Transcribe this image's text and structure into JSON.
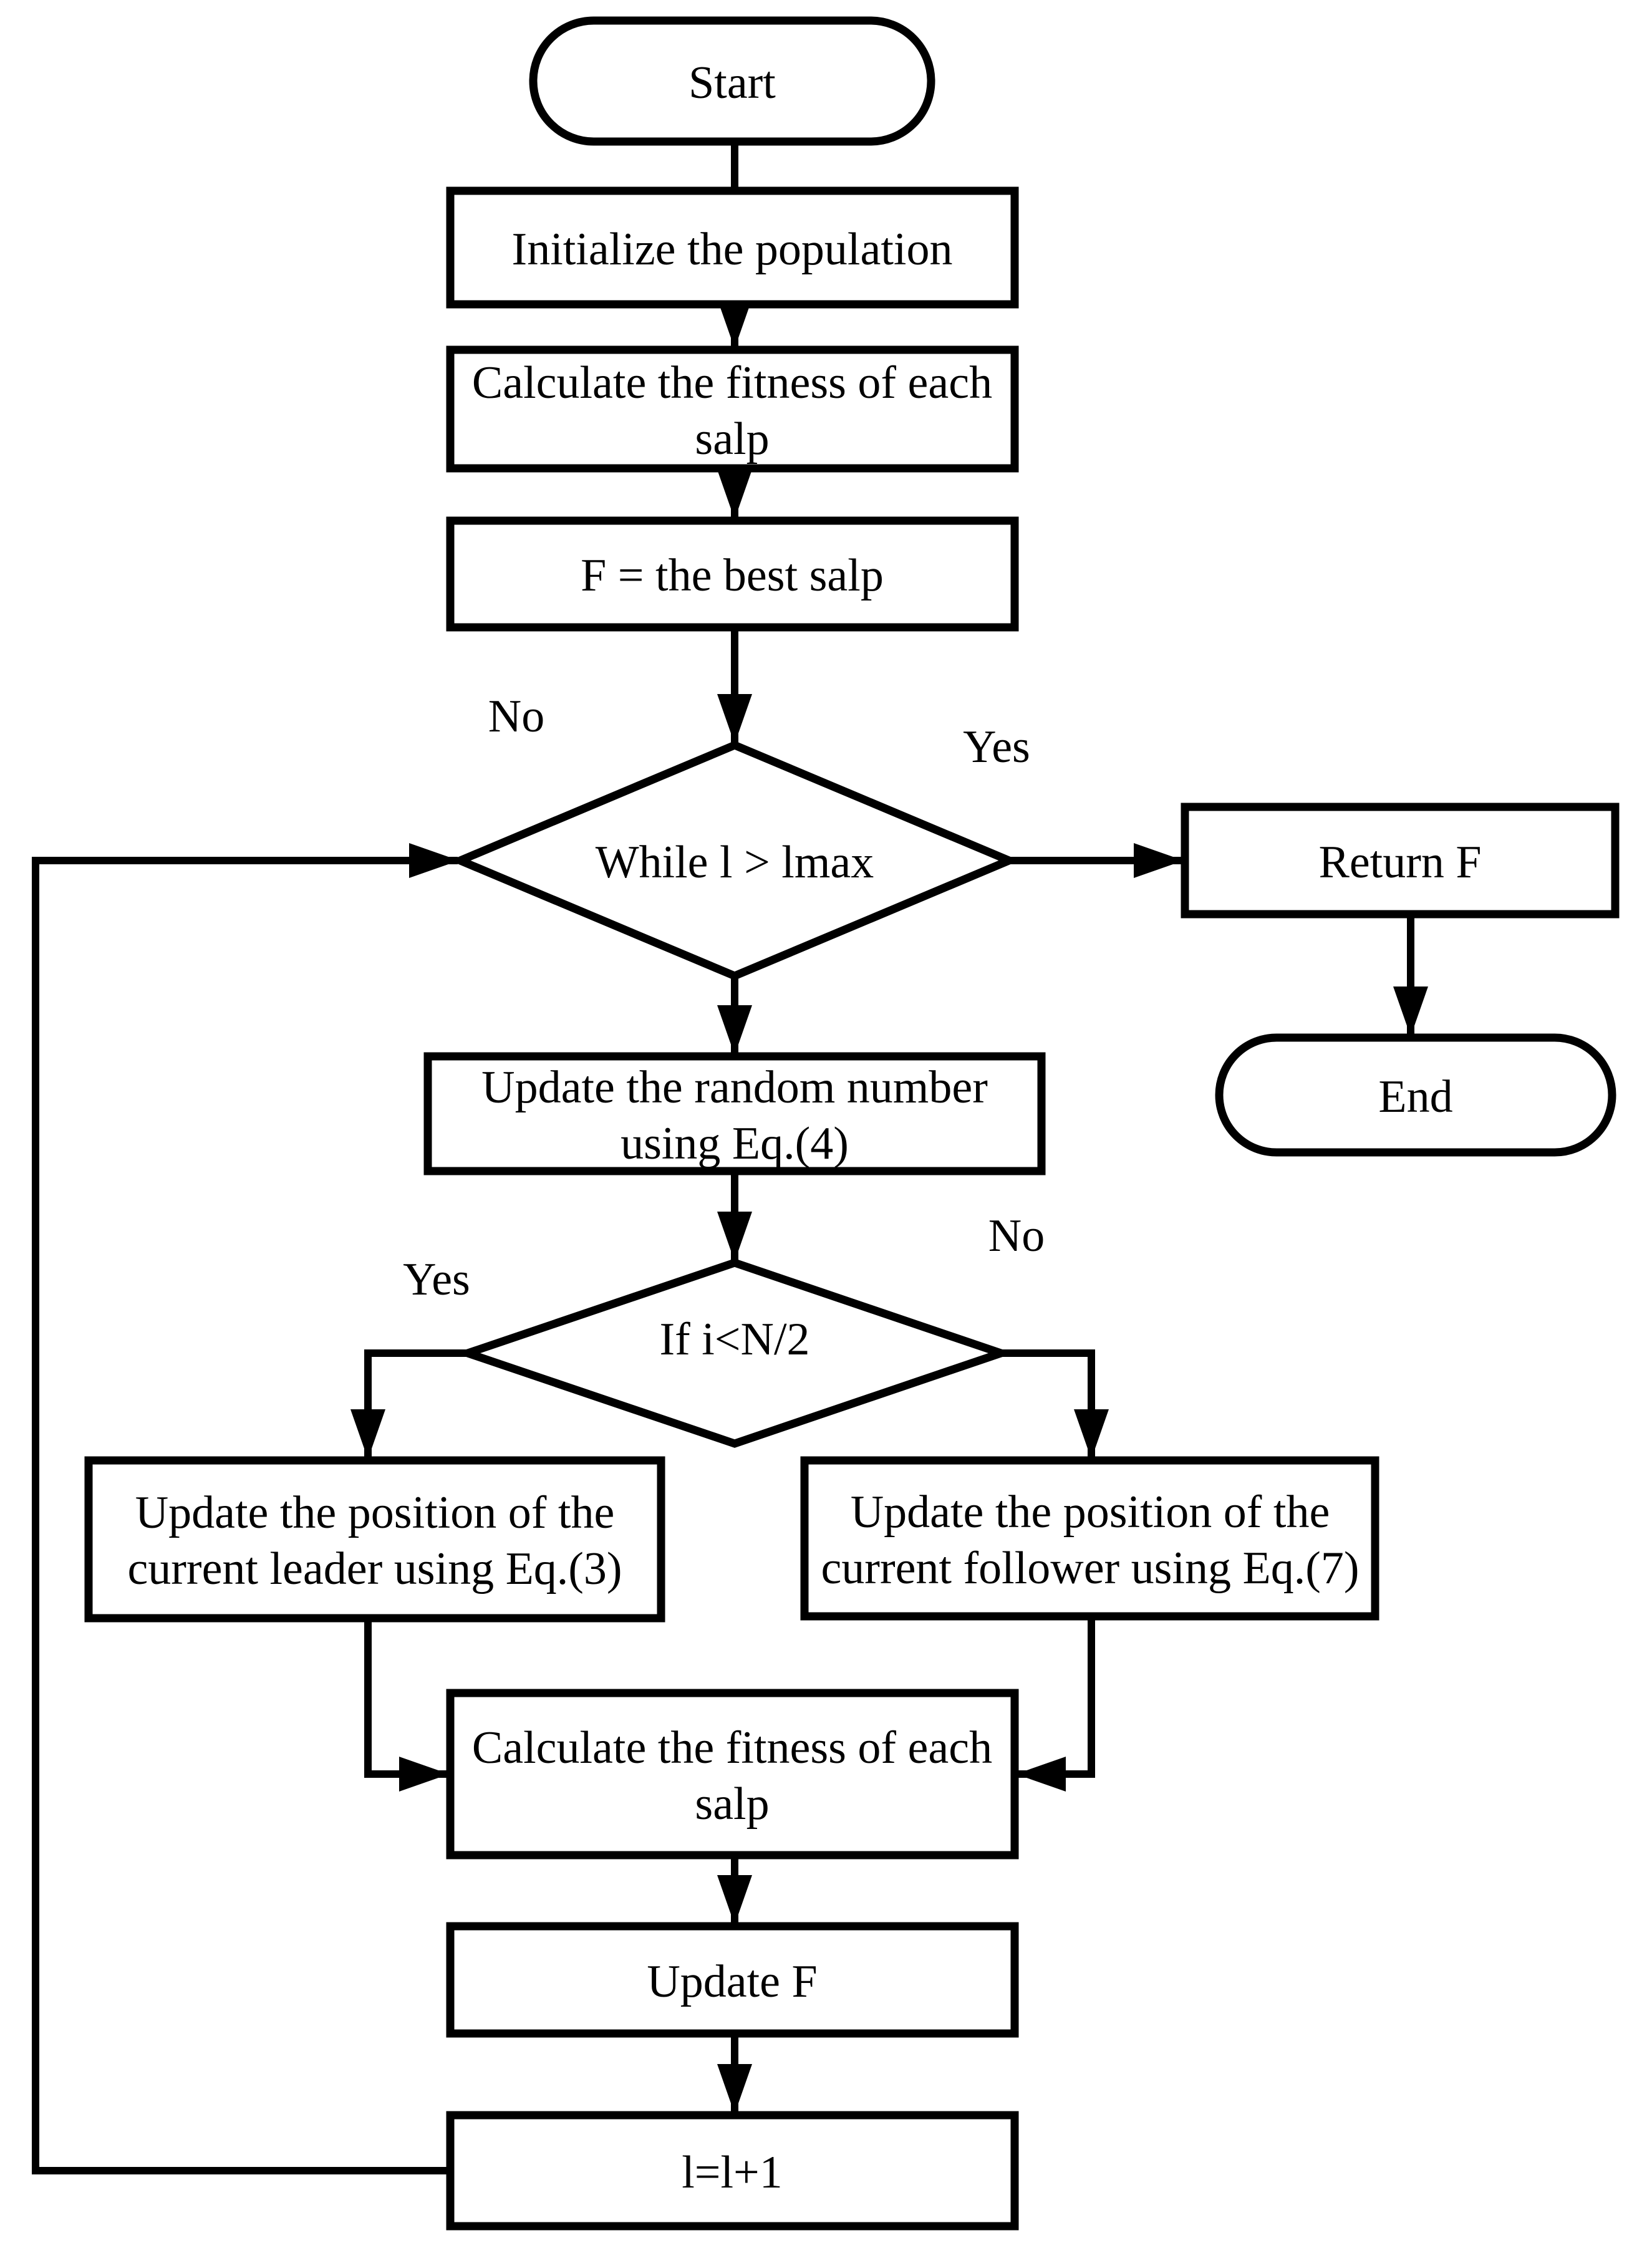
{
  "page": {
    "background_color": "#ffffff",
    "stroke_color": "#000000"
  },
  "diagram": {
    "type": "flowchart",
    "nodes": {
      "start": {
        "shape": "terminator",
        "label": "Start"
      },
      "initialize": {
        "shape": "process",
        "label": "Initialize the population"
      },
      "calc_fitness_1": {
        "shape": "process",
        "line1": "Calculate the fitness of each",
        "line2": "salp"
      },
      "best_salp": {
        "shape": "process",
        "label": "F = the best salp"
      },
      "while_check": {
        "shape": "decision",
        "label": "While l > lmax",
        "no_label": "No",
        "yes_label": "Yes"
      },
      "return_f": {
        "shape": "process",
        "label": "Return F"
      },
      "end": {
        "shape": "terminator",
        "label": "End"
      },
      "update_random": {
        "shape": "process",
        "line1": "Update the random number",
        "line2": "using Eq.(4)"
      },
      "if_check": {
        "shape": "decision",
        "label": "If i<N/2",
        "yes_label": "Yes",
        "no_label": "No"
      },
      "update_leader": {
        "shape": "process",
        "line1": "Update the position of the",
        "line2": "current leader using Eq.(3)"
      },
      "update_follower": {
        "shape": "process",
        "line1": "Update the position of the",
        "line2": "current follower using Eq.(7)"
      },
      "calc_fitness_2": {
        "shape": "process",
        "line1": "Calculate the fitness of each",
        "line2": "salp"
      },
      "update_f": {
        "shape": "process",
        "label": "Update F"
      },
      "increment": {
        "shape": "process",
        "label": "l=l+1"
      }
    }
  }
}
